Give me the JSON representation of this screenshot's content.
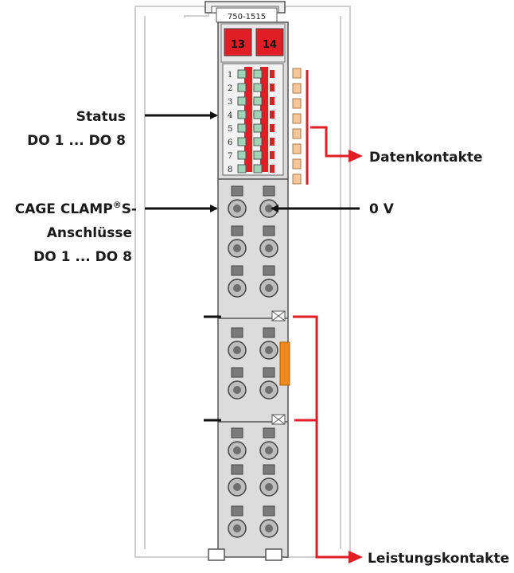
{
  "module": {
    "part_number": "750-1515",
    "badges": [
      "13",
      "14"
    ],
    "led_numbers": [
      "1",
      "2",
      "3",
      "4",
      "5",
      "6",
      "7",
      "8"
    ]
  },
  "labels": {
    "status": [
      "Status",
      "DO 1 ... DO 8"
    ],
    "cage_clamp_main": "CAGE CLAMP",
    "cage_clamp_reg": "®",
    "cage_clamp_suffix": "S-",
    "cage_clamp_lines": [
      "Anschlüsse",
      "DO 1 ... DO 8"
    ],
    "datenkontakte": "Datenkontakte",
    "zero_v": "0 V",
    "leistungskontakte": "Leistungskontakte"
  },
  "colors": {
    "accent_red": "#e01e25",
    "led_green": "#9fd5b6",
    "housing_grey": "#d9d9d9",
    "contact_orange": "#f08a1c"
  }
}
